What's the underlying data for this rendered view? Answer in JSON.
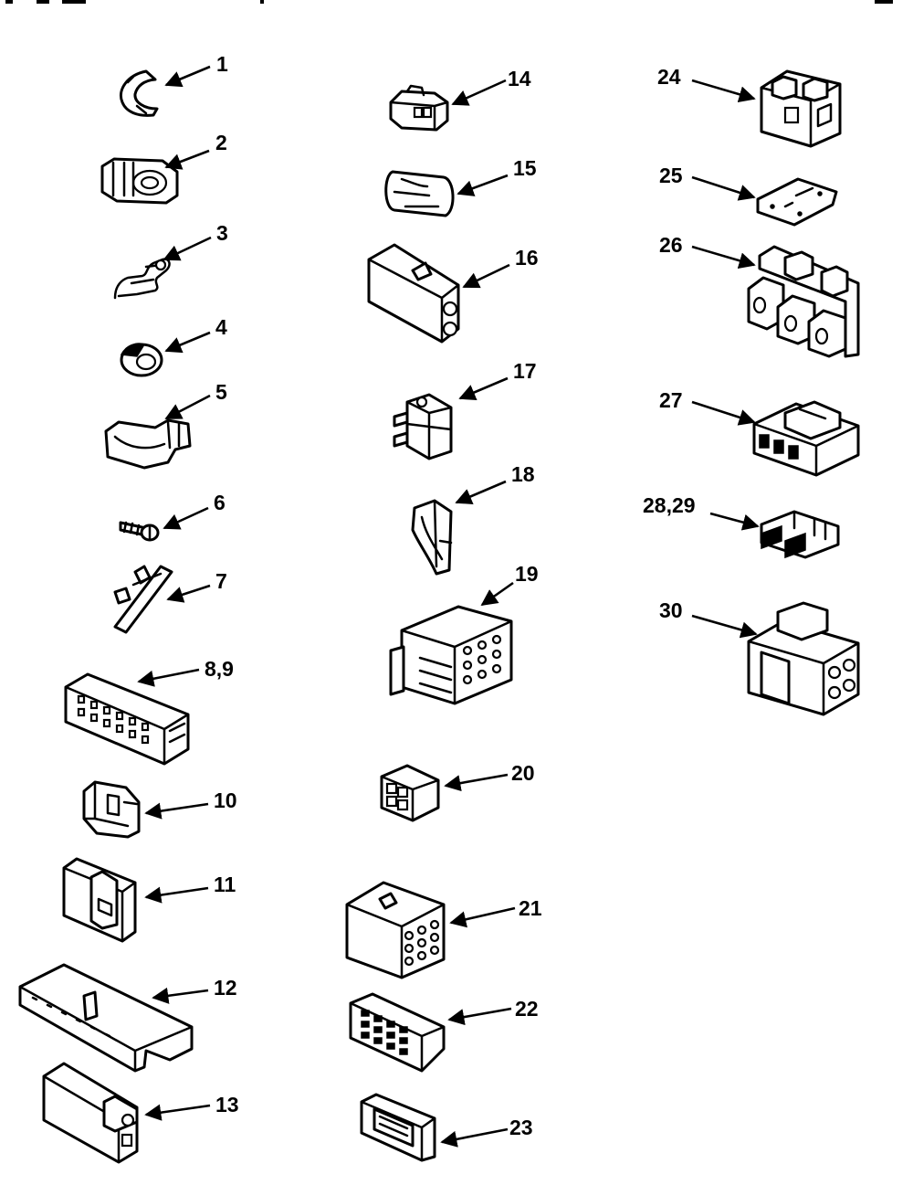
{
  "callouts": {
    "c1": "1",
    "c2": "2",
    "c3": "3",
    "c4": "4",
    "c5": "5",
    "c6": "6",
    "c7": "7",
    "c8_9": "8,9",
    "c10": "10",
    "c11": "11",
    "c12": "12",
    "c13": "13",
    "c14": "14",
    "c15": "15",
    "c16": "16",
    "c17": "17",
    "c18": "18",
    "c19": "19",
    "c20": "20",
    "c21": "21",
    "c22": "22",
    "c23": "23",
    "c24": "24",
    "c25": "25",
    "c26": "26",
    "c27": "27",
    "c28_29": "28,29",
    "c30": "30"
  },
  "colors": {
    "ink": "#000000",
    "paper": "#ffffff"
  }
}
